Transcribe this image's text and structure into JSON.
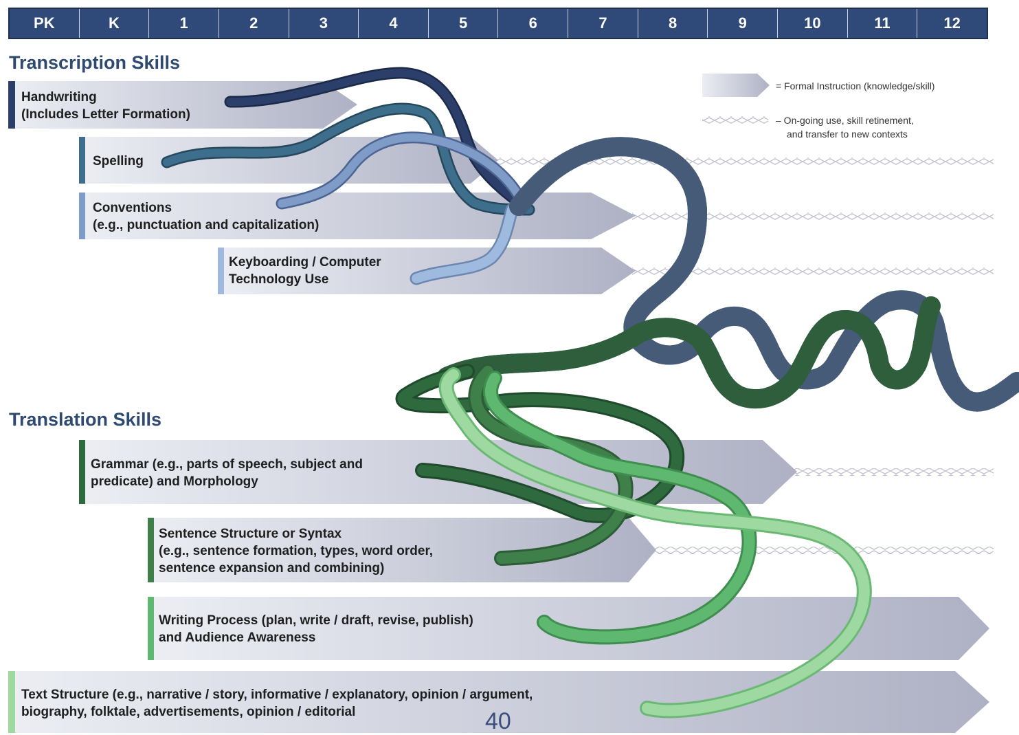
{
  "grades": [
    "PK",
    "K",
    "1",
    "2",
    "3",
    "4",
    "5",
    "6",
    "7",
    "8",
    "9",
    "10",
    "11",
    "12"
  ],
  "sections": {
    "transcription": "Transcription Skills",
    "translation": "Translation Skills"
  },
  "bands": [
    {
      "label_lines": [
        "Handwriting",
        "(Includes Letter Formation)"
      ],
      "accent": "#2b3f6a"
    },
    {
      "label_lines": [
        "Spelling"
      ],
      "accent": "#3d6e8c"
    },
    {
      "label_lines": [
        "Conventions",
        "(e.g., punctuation and capitalization)"
      ],
      "accent": "#7f9bc8"
    },
    {
      "label_lines": [
        "Keyboarding / Computer",
        "Technology Use"
      ],
      "accent": "#9fbadf"
    },
    {
      "label_lines": [
        "Grammar (e.g., parts of speech, subject and",
        "predicate) and Morphology"
      ],
      "accent": "#2e6a3e"
    },
    {
      "label_lines": [
        "Sentence Structure or Syntax",
        "(e.g., sentence formation, types, word order,",
        "sentence expansion and combining)"
      ],
      "accent": "#3f7f4a"
    },
    {
      "label_lines": [
        "Writing Process (plan, write / draft, revise, publish)",
        "and Audience Awareness"
      ],
      "accent": "#5fb870"
    },
    {
      "label_lines": [
        "Text Structure (e.g., narrative / story, informative / explanatory, opinion / argument,",
        "biography, folktale, advertisements, opinion / editorial"
      ],
      "accent": "#9ed9a2"
    }
  ],
  "legend": {
    "formal": "= Formal Instruction (knowledge/skill)",
    "ongoing_1": "– On-going use, skill retinement,",
    "ongoing_2": "and transfer to new contexts"
  },
  "page_number": "40"
}
